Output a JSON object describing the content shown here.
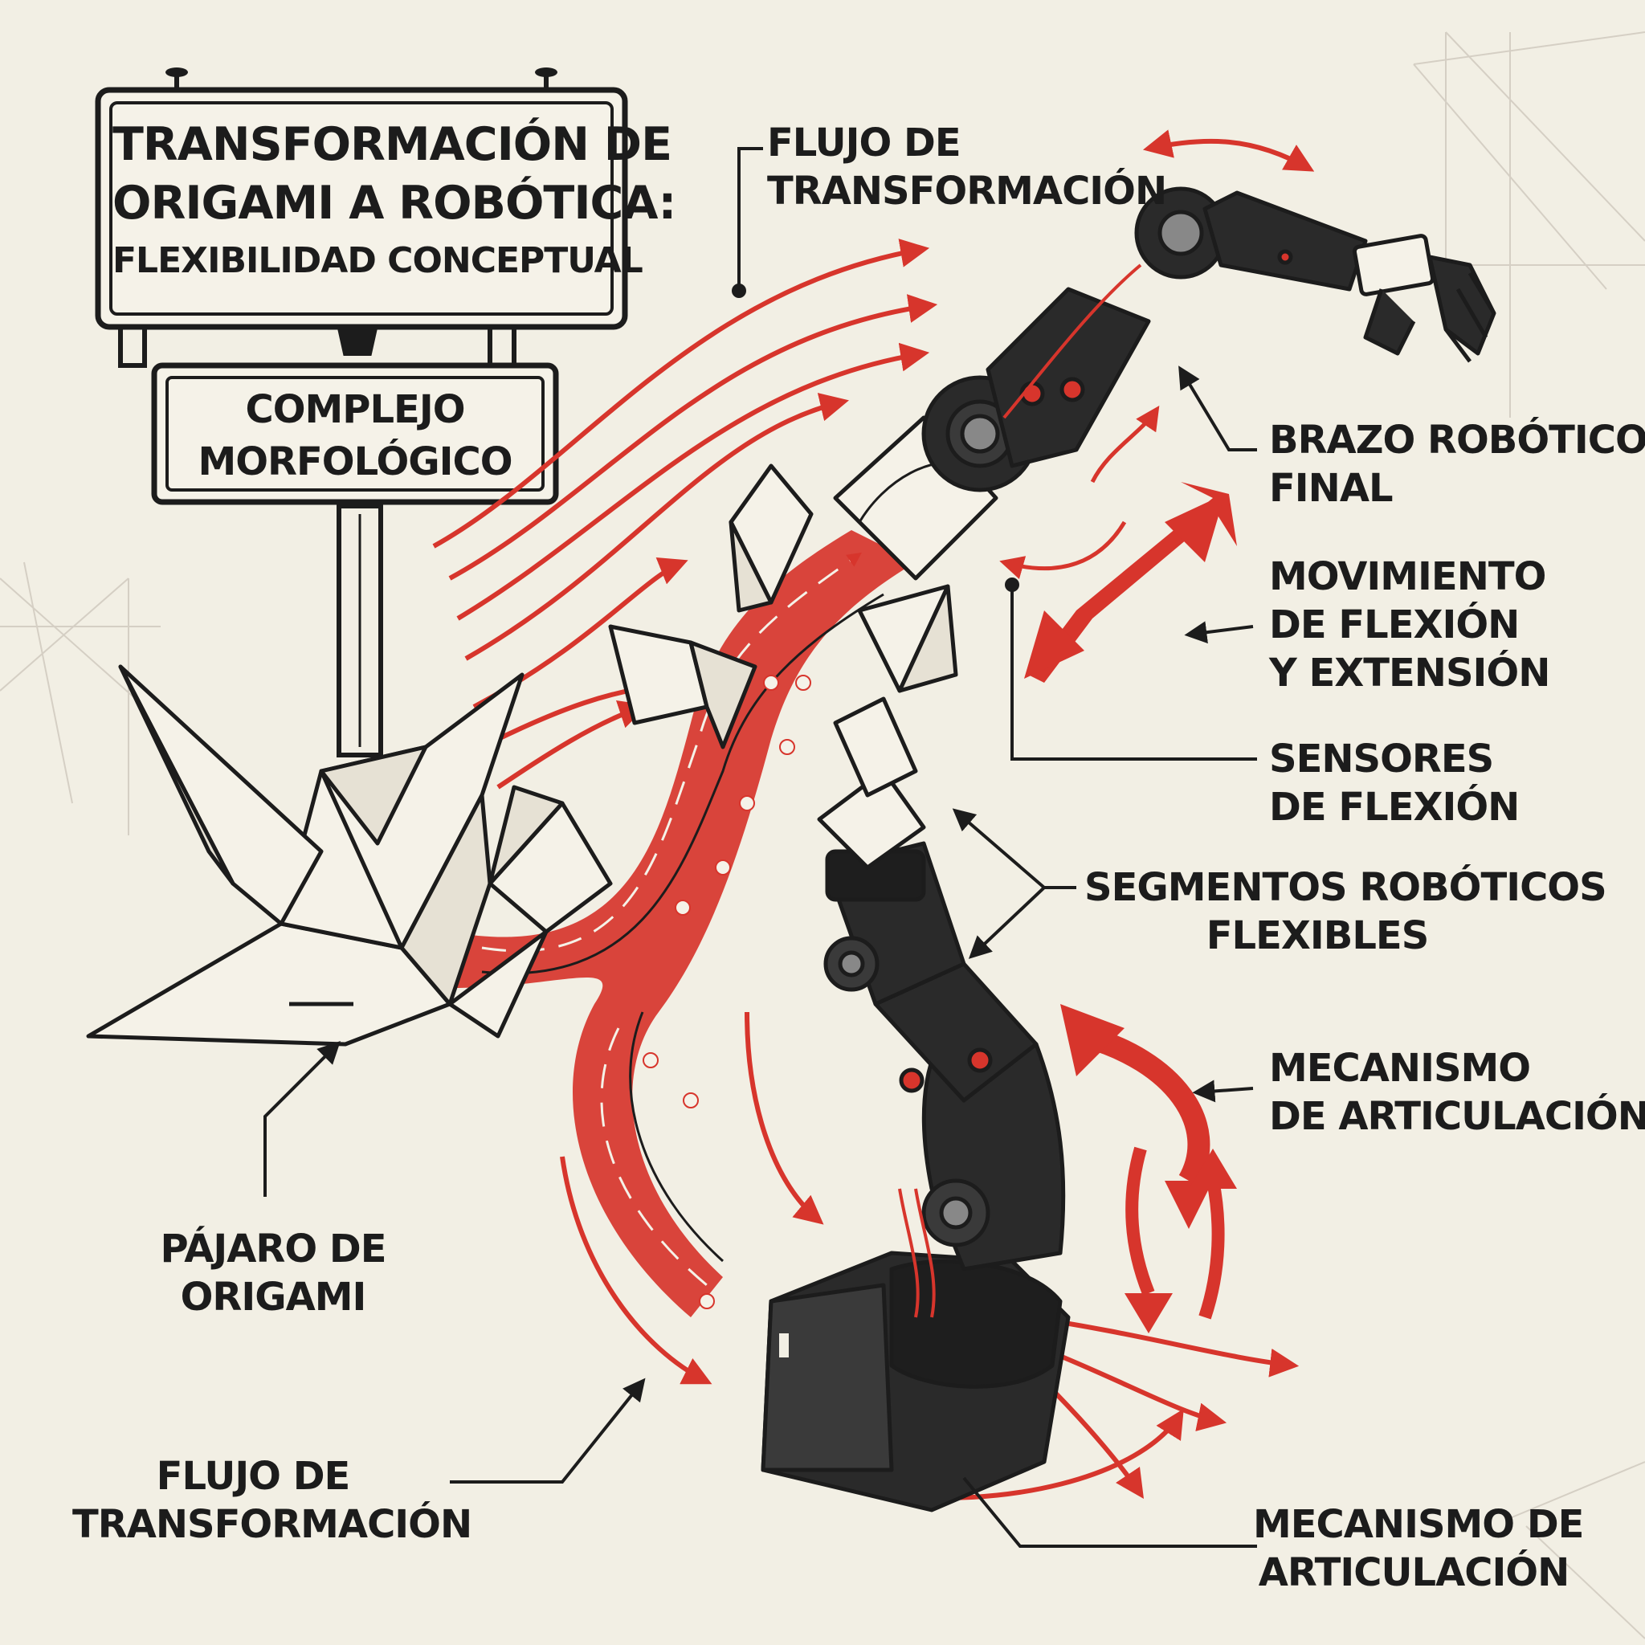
{
  "sign": {
    "line1": "TRANSFORMACIÓN DE",
    "line2": "ORIGAMI A ROBÓTICA:",
    "line3": "FLEXIBILIDAD CONCEPTUAL"
  },
  "subsign": {
    "line1": "COMPLEJO",
    "line2": "MORFOLÓGICO"
  },
  "labels": {
    "flow_top": {
      "line1": "FLUJO DE",
      "line2": "TRANSFORMACIÓN"
    },
    "arm_final": {
      "line1": "BRAZO ROBÓTICO",
      "line2": "FINAL"
    },
    "flex_move": {
      "line1": "MOVIMIENTO",
      "line2": "DE FLEXIÓN",
      "line3": "Y EXTENSIÓN"
    },
    "sensors": {
      "line1": "SENSORES",
      "line2": "DE FLEXIÓN"
    },
    "segments": {
      "line1": "SEGMENTOS ROBÓTICOS",
      "line2": "FLEXIBLES"
    },
    "joint_mid": {
      "line1": "MECANISMO",
      "line2": "DE ARTICULACIÓN"
    },
    "bird": {
      "line1": "PÁJARO DE",
      "line2": "ORIGAMI"
    },
    "flow_bottom": {
      "line1": "FLUJO DE",
      "line2": "TRANSFORMACIÓN"
    },
    "joint_base": {
      "line1": "MECANISMO DE",
      "line2": "ARTICULACIÓN"
    }
  },
  "colors": {
    "accent": "#d7352c",
    "ink": "#1c1c1c",
    "paper": "#f2efe4",
    "metal": "#2a2a2a"
  }
}
